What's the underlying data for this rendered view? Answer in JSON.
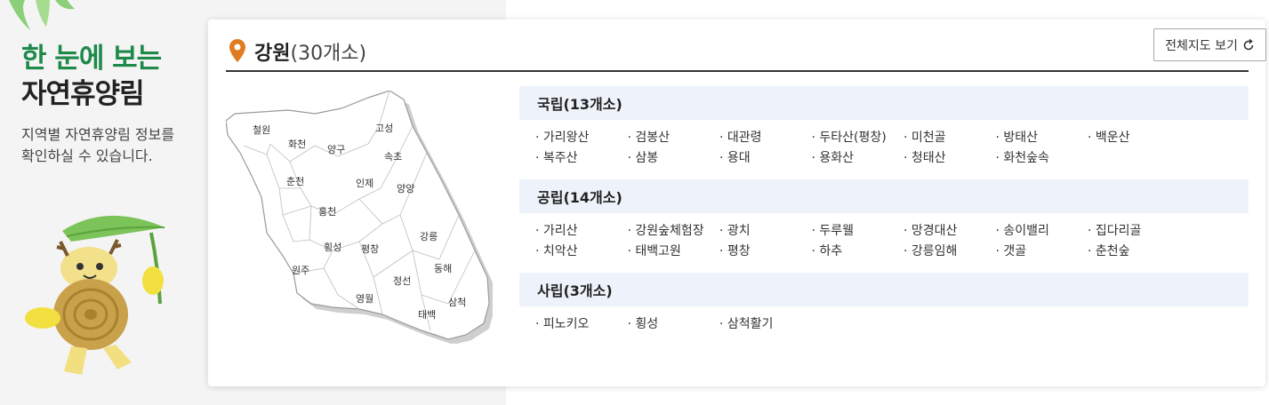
{
  "intro": {
    "heading_accent": "한 눈에 보는",
    "heading_main": "자연휴양림",
    "description_line1": "지역별 자연휴양림 정보를",
    "description_line2": "확인하실 수 있습니다."
  },
  "region": {
    "name": "강원",
    "count": "(30개소)",
    "fullmap_label": "전체지도 보기"
  },
  "map_labels": {
    "cheorwon": "철원",
    "hwacheon": "화천",
    "yanggu": "양구",
    "goseong": "고성",
    "sokcho": "속초",
    "chuncheon": "춘천",
    "inje": "인제",
    "yangyang": "양양",
    "hongcheon": "홍천",
    "gangneung": "강릉",
    "hoengseong": "횡성",
    "pyeongchang": "평창",
    "wonju": "원주",
    "donghae": "동해",
    "jeongseon": "정선",
    "yeongwol": "영월",
    "samcheok": "삼척",
    "taebaek": "태백"
  },
  "sections": [
    {
      "title": "국립(13개소)",
      "items": [
        "가리왕산",
        "검봉산",
        "대관령",
        "두타산(평창)",
        "미천골",
        "방태산",
        "백운산",
        "복주산",
        "삼봉",
        "용대",
        "용화산",
        "청태산",
        "화천숲속"
      ]
    },
    {
      "title": "공립(14개소)",
      "items": [
        "가리산",
        "강원숲체험장",
        "광치",
        "두루웰",
        "망경대산",
        "송이밸리",
        "집다리골",
        "치악산",
        "태백고원",
        "평창",
        "하추",
        "강릉임해",
        "갯골",
        "춘천숲"
      ]
    },
    {
      "title": "사립(3개소)",
      "items": [
        "피노키오",
        "횡성",
        "삼척활기"
      ]
    }
  ],
  "colors": {
    "accent_green": "#1e8a4a",
    "pin_orange": "#e07b22",
    "section_bg": "#eef3fb"
  }
}
